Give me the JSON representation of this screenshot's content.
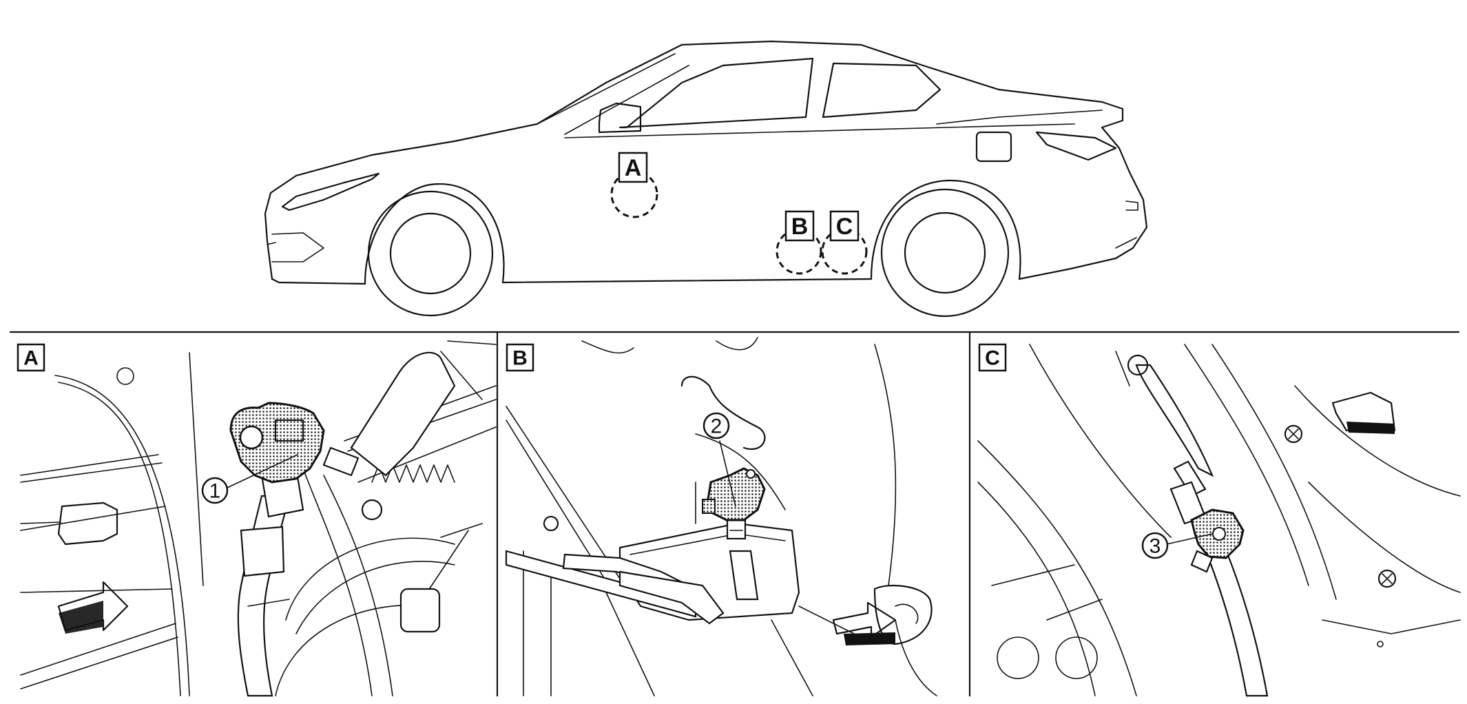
{
  "overview": {
    "location_labels": [
      "A",
      "B",
      "C"
    ]
  },
  "panels": [
    {
      "label": "A",
      "callout": "1"
    },
    {
      "label": "B",
      "callout": "2"
    },
    {
      "label": "C",
      "callout": "3"
    }
  ],
  "colors": {
    "line": "#111111",
    "background": "#ffffff"
  }
}
